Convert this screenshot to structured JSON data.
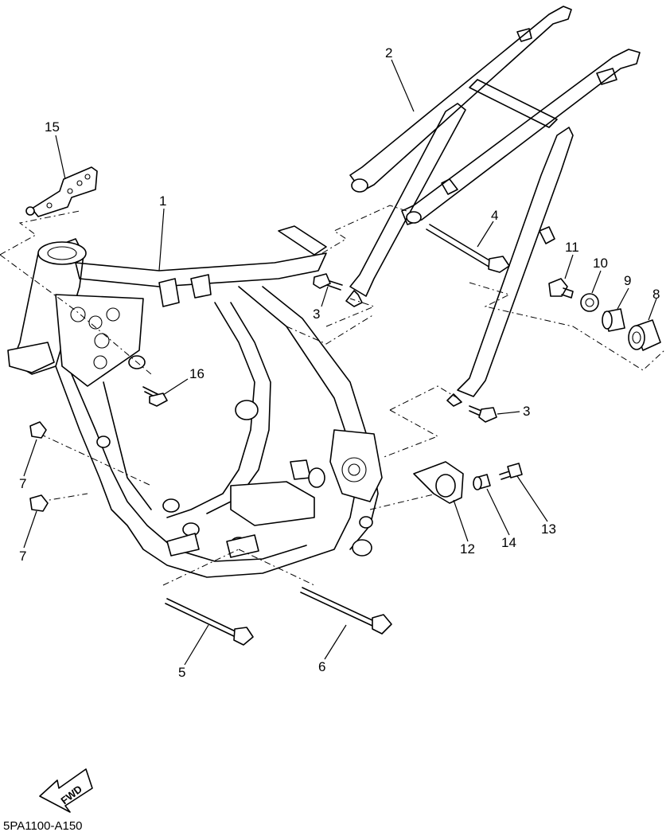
{
  "callouts": {
    "c1": "1",
    "c2": "2",
    "c3a": "3",
    "c3b": "3",
    "c4": "4",
    "c5": "5",
    "c6": "6",
    "c7a": "7",
    "c7b": "7",
    "c8": "8",
    "c9": "9",
    "c10": "10",
    "c11": "11",
    "c12": "12",
    "c13": "13",
    "c14": "14",
    "c15": "15",
    "c16": "16"
  },
  "fwd_label": "FWD",
  "diagram_code": "5PA1100-A150"
}
